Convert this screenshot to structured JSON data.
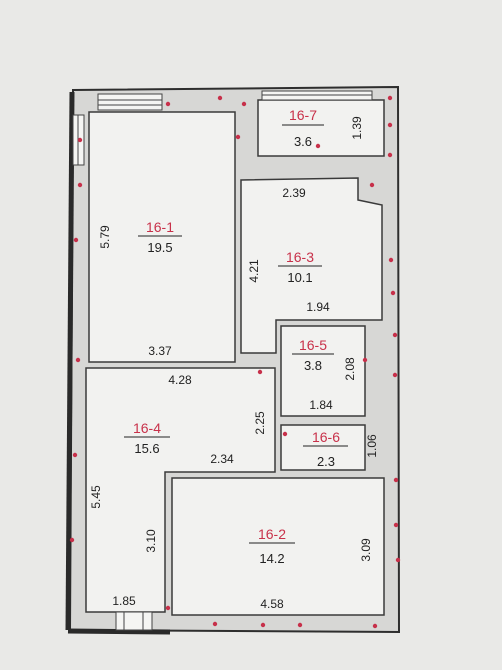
{
  "rooms": [
    {
      "id": "16-1",
      "area": "19.5"
    },
    {
      "id": "16-2",
      "area": "14.2"
    },
    {
      "id": "16-3",
      "area": "10.1"
    },
    {
      "id": "16-4",
      "area": "15.6"
    },
    {
      "id": "16-5",
      "area": "3.8"
    },
    {
      "id": "16-6",
      "area": "2.3"
    },
    {
      "id": "16-7",
      "area": "3.6"
    }
  ],
  "dimensions": [
    "5.79",
    "3.37",
    "4.21",
    "2.39",
    "1.94",
    "1.39",
    "4.28",
    "2.08",
    "1.84",
    "2.25",
    "1.06",
    "5.45",
    "2.34",
    "3.10",
    "3.09",
    "1.85",
    "4.58"
  ],
  "colors": {
    "marker": "#c7304a",
    "room_id": "#c8314a",
    "wall": "#2a2a2a",
    "paper": "#e9e9e7"
  }
}
